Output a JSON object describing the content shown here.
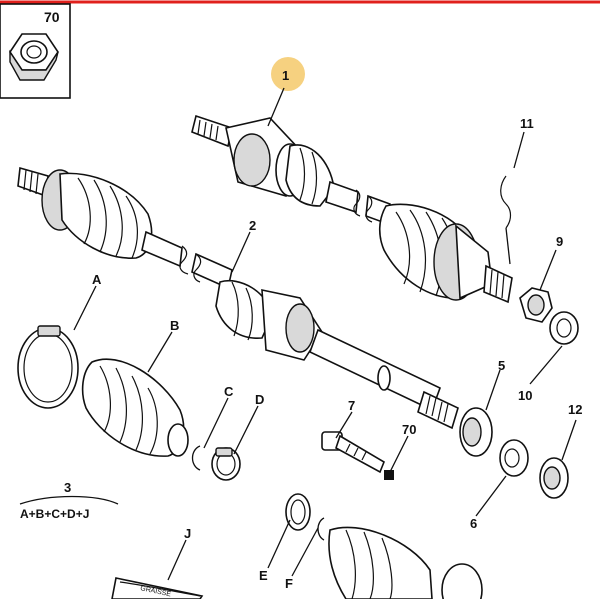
{
  "header": {
    "border_color": "#e0201c"
  },
  "inset": {
    "number": "70",
    "icon": "nut-icon"
  },
  "callouts": {
    "c1": "1",
    "c2": "2",
    "c11": "11",
    "c9": "9",
    "c10": "10",
    "c5": "5",
    "c12": "12",
    "c6": "6",
    "c7": "7",
    "c70": "70",
    "cA": "A",
    "cB": "B",
    "cC": "C",
    "cD": "D",
    "cE": "E",
    "cF": "F",
    "cJ": "J"
  },
  "kit": {
    "number": "3",
    "formula": "A+B+C+D+J"
  },
  "highlight_color": "#f5c96a",
  "packet_text": "GRAISSE"
}
